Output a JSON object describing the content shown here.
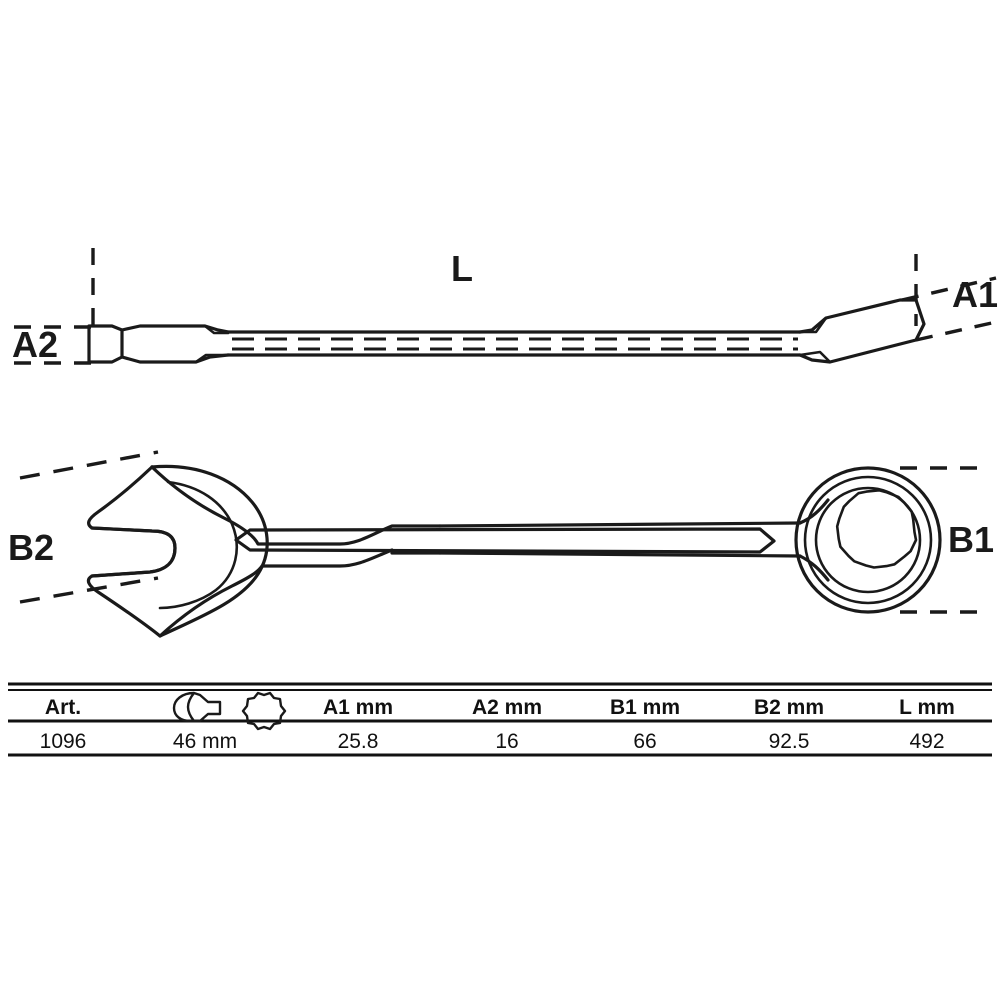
{
  "document": {
    "type": "technical-drawing",
    "subject": "Combination spanner / combination wrench dimensional drawing",
    "background_color": "#ffffff",
    "line_color": "#1a1a1a"
  },
  "drawing": {
    "views": [
      {
        "name": "side-elevation",
        "description": "Side view of combination spanner showing overall length and thickness dimensions"
      },
      {
        "name": "plan-view",
        "description": "Top view of combination spanner showing open-end jaw at left and 12-point ring end at right"
      }
    ],
    "dimension_labels": [
      {
        "key": "L",
        "text": "L",
        "view": "side-elevation",
        "meaning": "overall length"
      },
      {
        "key": "A1",
        "text": "A1",
        "view": "side-elevation",
        "meaning": "ring end head thickness"
      },
      {
        "key": "A2",
        "text": "A2",
        "view": "side-elevation",
        "meaning": "open end head thickness"
      },
      {
        "key": "B1",
        "text": "B1",
        "view": "plan-view",
        "meaning": "ring end head width"
      },
      {
        "key": "B2",
        "text": "B2",
        "view": "plan-view",
        "meaning": "open end head width"
      }
    ],
    "ring_points": 12
  },
  "table": {
    "columns": [
      {
        "id": "art",
        "header": "Art.",
        "icon": null
      },
      {
        "id": "size",
        "header": "",
        "icon": "wrench-ring-icon"
      },
      {
        "id": "a1",
        "header": "A1  mm",
        "icon": null
      },
      {
        "id": "a2",
        "header": "A2 mm",
        "icon": null
      },
      {
        "id": "b1",
        "header": "B1 mm",
        "icon": null
      },
      {
        "id": "b2",
        "header": "B2  mm",
        "icon": null
      },
      {
        "id": "l",
        "header": "L  mm",
        "icon": null
      }
    ],
    "rows": [
      {
        "art": "1096",
        "size": "46 mm",
        "a1": "25.8",
        "a2": "16",
        "b1": "66",
        "b2": "92.5",
        "l": "492"
      }
    ]
  },
  "chart_data": {
    "type": "table",
    "title": "",
    "categories": [
      "Art.",
      "Size",
      "A1 mm",
      "A2 mm",
      "B1 mm",
      "B2 mm",
      "L mm"
    ],
    "values": [
      "1096",
      "46 mm",
      25.8,
      16,
      66,
      92.5,
      492
    ]
  }
}
